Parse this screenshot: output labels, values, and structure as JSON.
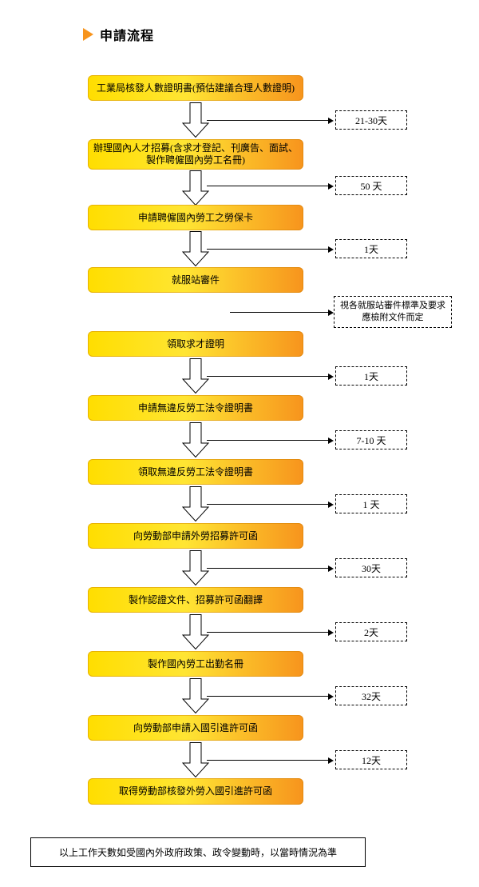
{
  "title": "申請流程",
  "steps": [
    {
      "label": "工業局核發人數證明書(預估建議合理人數證明)"
    },
    {
      "label": "辦理國內人才招募(含求才登記、刊廣告、面試、製作聘僱國內勞工名冊)"
    },
    {
      "label": "申請聘僱國內勞工之勞保卡"
    },
    {
      "label": "就服站審件"
    },
    {
      "label": "領取求才證明"
    },
    {
      "label": "申請無違反勞工法令證明書"
    },
    {
      "label": "領取無違反勞工法令證明書"
    },
    {
      "label": "向勞動部申請外勞招募許可函"
    },
    {
      "label": "製作認證文件、招募許可函翻譯"
    },
    {
      "label": "製作國內勞工出勤名冊"
    },
    {
      "label": "向勞動部申請入國引進許可函"
    },
    {
      "label": "取得勞動部核發外勞入國引進許可函"
    }
  ],
  "transitions": [
    {
      "duration": "21-30天"
    },
    {
      "duration": "50 天"
    },
    {
      "duration": "1天"
    },
    {
      "duration": "視各就服站審件標準及要求應檢附文件而定"
    },
    {
      "duration": "1天"
    },
    {
      "duration": "7-10 天"
    },
    {
      "duration": "1 天"
    },
    {
      "duration": "30天"
    },
    {
      "duration": "2天"
    },
    {
      "duration": "32天"
    },
    {
      "duration": "12天"
    }
  ],
  "footer_note": "以上工作天數如受國內外政府政策、政令變動時，以當時情況為準",
  "colors": {
    "box_gradient_start": "#FFDE00",
    "box_gradient_end": "#F7941D",
    "title_marker": "#F7941D"
  }
}
